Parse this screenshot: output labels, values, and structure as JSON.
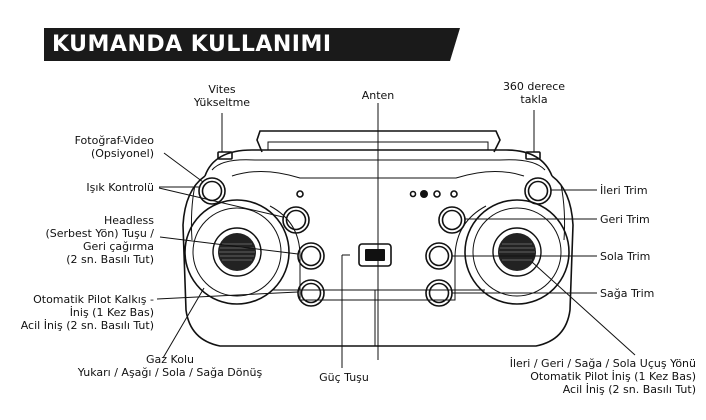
{
  "title": "KUMANDA KULLANIMI",
  "labels": {
    "vites": "Vites\nYükseltme",
    "anten": "Anten",
    "derece": "360 derece\ntakla",
    "foto": "Fotoğraf-Video\n(Opsiyonel)",
    "isik": "Işık Kontrolü",
    "headless": "Headless\n(Serbest Yön) Tuşu /\nGeri çağırma\n(2 sn. Basılı Tut)",
    "otomatik": "Otomatik Pilot Kalkış -\nİniş (1 Kez Bas)\nAcil İniş (2 sn. Basılı Tut)",
    "gaz": "Gaz Kolu\nYukarı / Aşağı / Sola / Sağa Dönüş",
    "guc": "Güç Tuşu",
    "ileri_trim": "İleri Trim",
    "geri_trim": "Geri Trim",
    "sola_trim": "Sola Trim",
    "saga_trim": "Sağa Trim",
    "ucus": "İleri / Geri / Sağa / Sola Uçuş Yönü\nOtomatik Pilot İniş (1 Kez Bas)\nAcil İniş (2 sn. Basılı Tut)"
  }
}
